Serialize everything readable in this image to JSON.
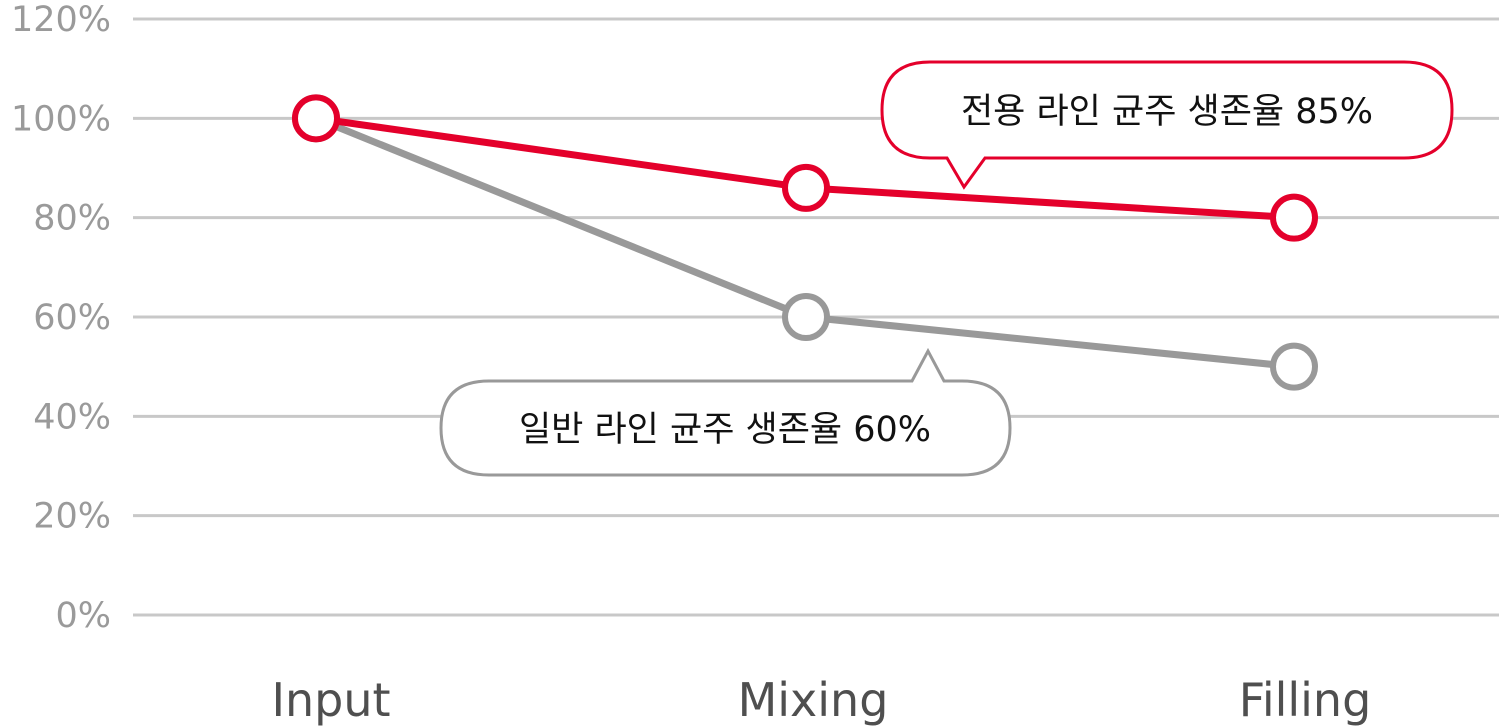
{
  "chart_data": {
    "type": "line",
    "categories": [
      "Input",
      "Mixing",
      "Filling"
    ],
    "series": [
      {
        "values": [
          100,
          86,
          80
        ],
        "color": "#e4002b"
      },
      {
        "values": [
          100,
          60,
          50
        ],
        "color": "#999999"
      }
    ],
    "ylim": [
      0,
      120
    ],
    "yticks": [
      "0%",
      "20%",
      "40%",
      "60%",
      "80%",
      "100%",
      "120%"
    ],
    "grid": true,
    "annotations": [
      {
        "text": "전용 라인 균주 생존율 85%",
        "series_index": 0,
        "border_color": "#e4002b"
      },
      {
        "text": "일반 라인 균주 생존율 60%",
        "series_index": 1,
        "border_color": "#999999"
      }
    ]
  }
}
